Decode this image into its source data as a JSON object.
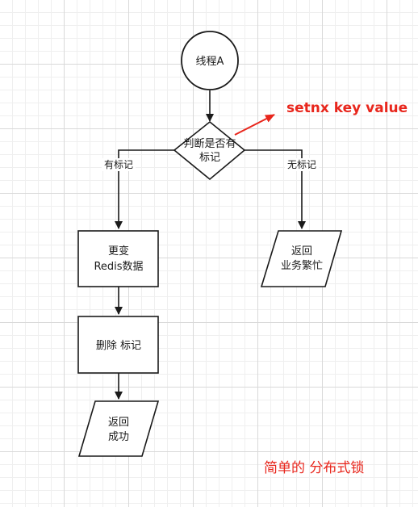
{
  "nodes": {
    "start": "线程A",
    "decision_line1": "判断是否有",
    "decision_line2": "标记",
    "update_line1": "更变",
    "update_line2": "Redis数据",
    "delete": "删除 标记",
    "success_line1": "返回",
    "success_line2": "成功",
    "busy_line1": "返回",
    "busy_line2": "业务繁忙"
  },
  "edges": {
    "has_mark": "有标记",
    "no_mark": "无标记"
  },
  "annotations": {
    "command": "setnx key value",
    "caption": "简单的 分布式锁"
  },
  "colors": {
    "stroke": "#1a1a1a",
    "accent": "#e8261c"
  }
}
